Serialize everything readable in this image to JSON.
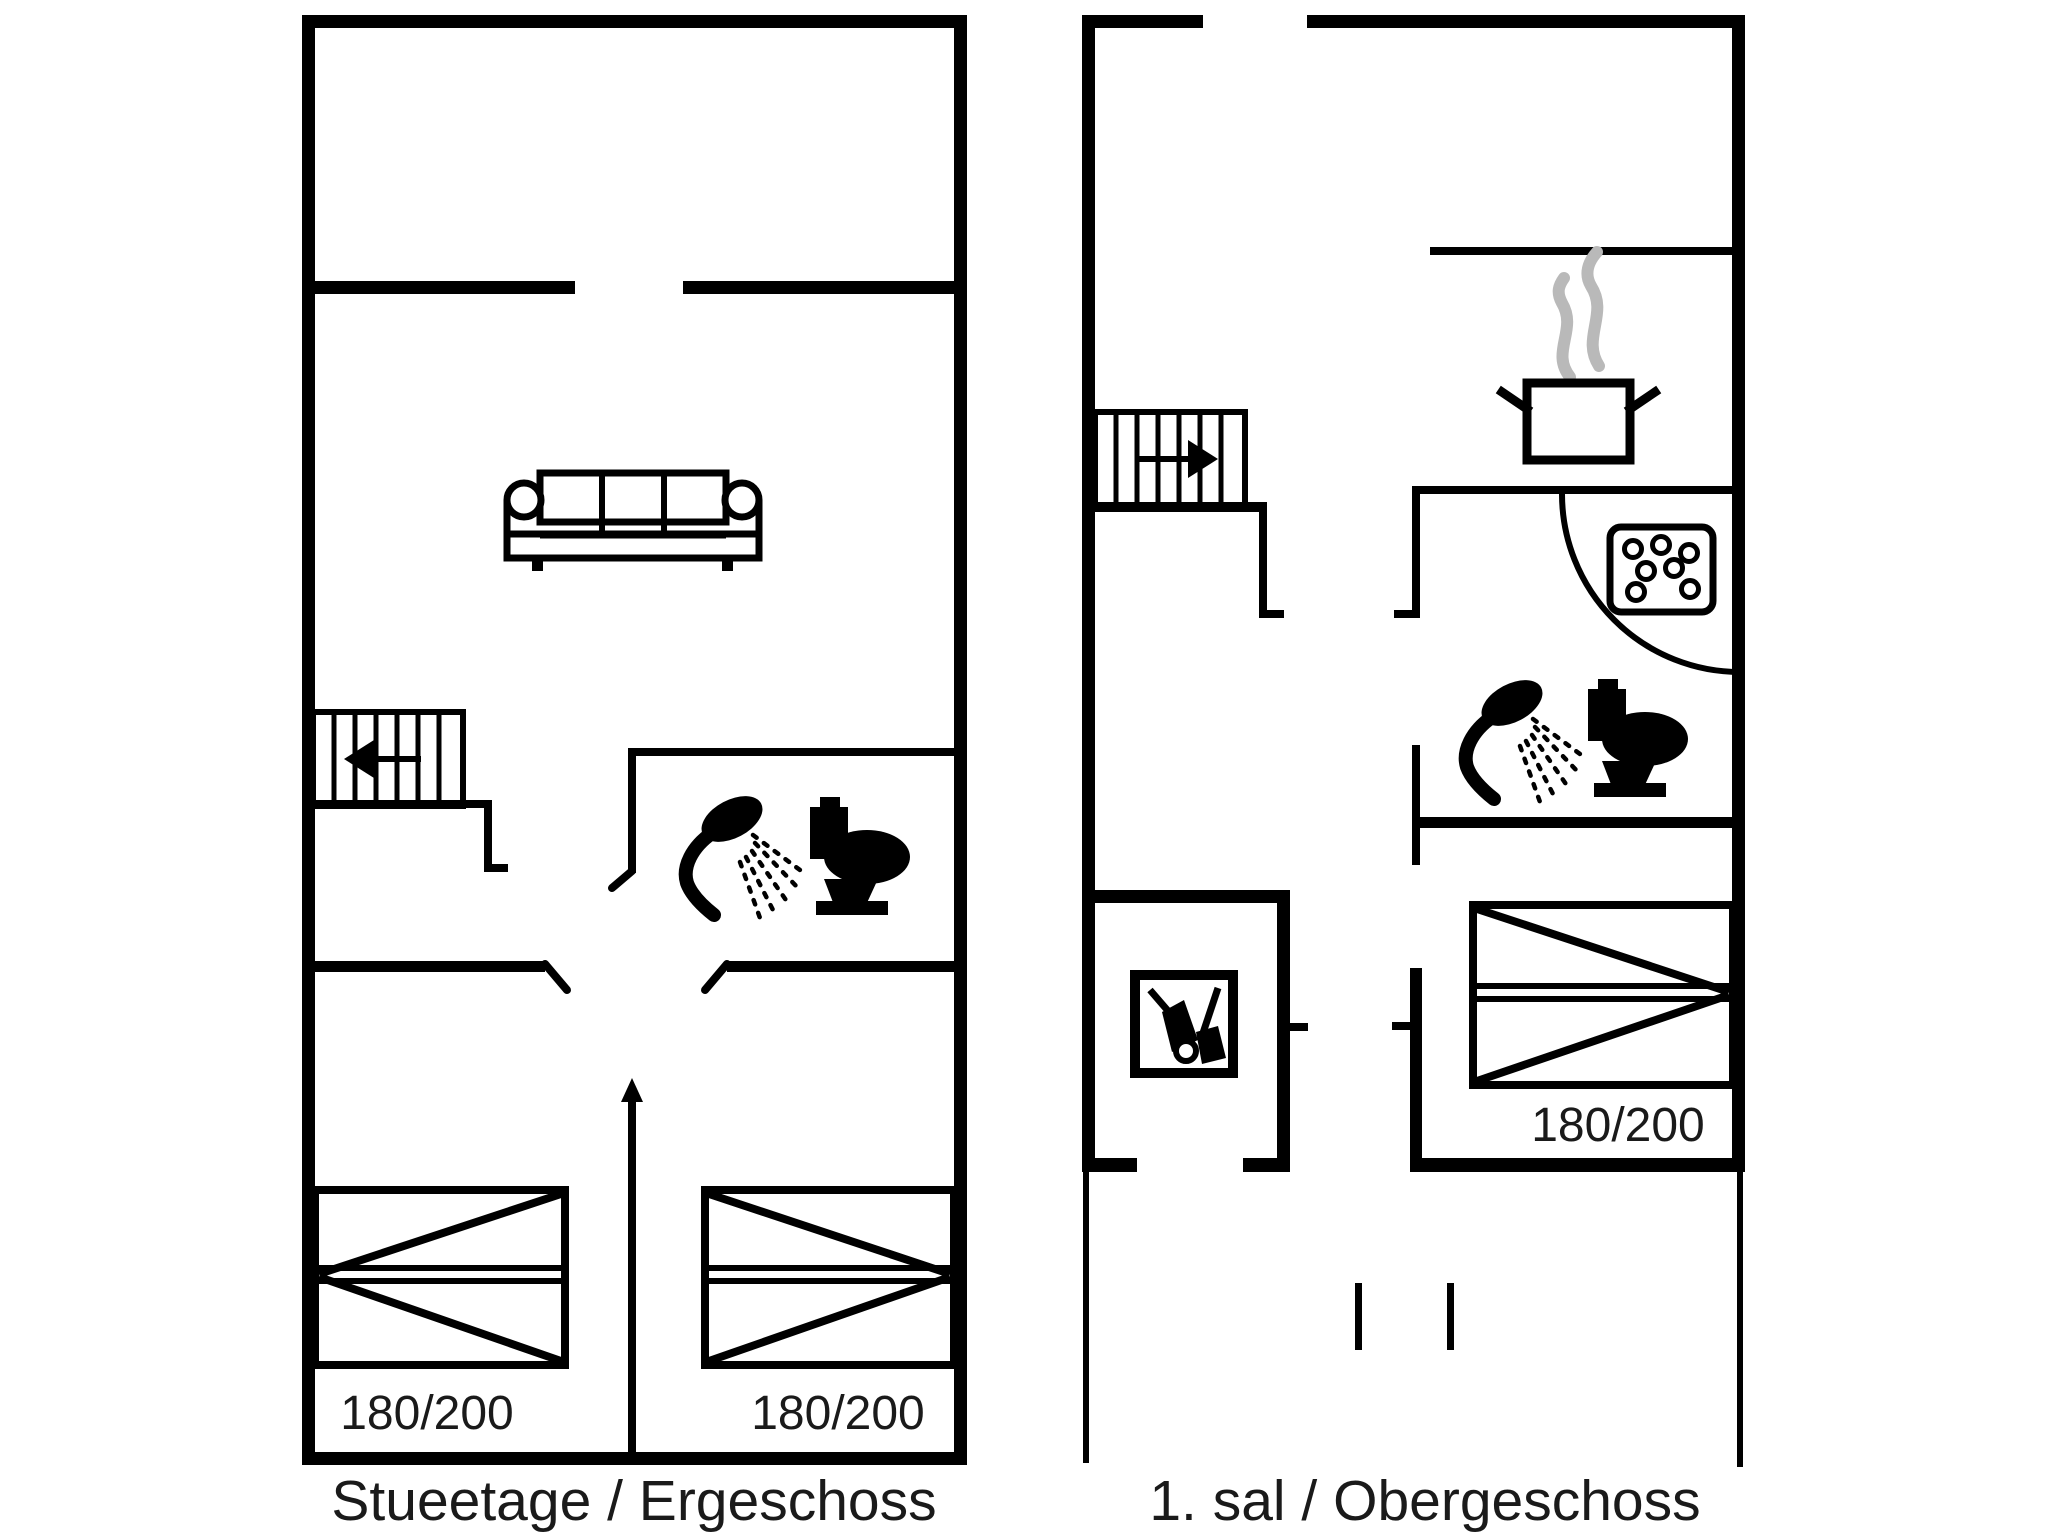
{
  "document": {
    "type": "floor-plan-diagram",
    "background": "#ffffff",
    "line_color": "#000000",
    "steam_color": "#b9b9b9",
    "text_color": "#1a1a1a"
  },
  "plans": {
    "ground": {
      "caption": "Stueetage / Ergeschoss",
      "beds": [
        {
          "label": "180/200"
        },
        {
          "label": "180/200"
        }
      ],
      "icons": [
        "sofa-icon",
        "staircase-icon",
        "stair-direction-arrow-left-icon",
        "shower-icon",
        "toilet-icon",
        "double-bed-icon",
        "double-bed-icon",
        "door-jamb-ticks"
      ]
    },
    "upper": {
      "caption": "1. sal / Obergeschoss",
      "beds": [
        {
          "label": "180/200"
        }
      ],
      "icons": [
        "staircase-icon",
        "stair-direction-arrow-right-icon",
        "cooking-pot-icon",
        "steam-icon",
        "hob-icon",
        "door-swing-arc-icon",
        "shower-icon",
        "toilet-icon",
        "vacuum-cleaner-icon",
        "double-bed-icon",
        "railing-ticks"
      ]
    }
  }
}
